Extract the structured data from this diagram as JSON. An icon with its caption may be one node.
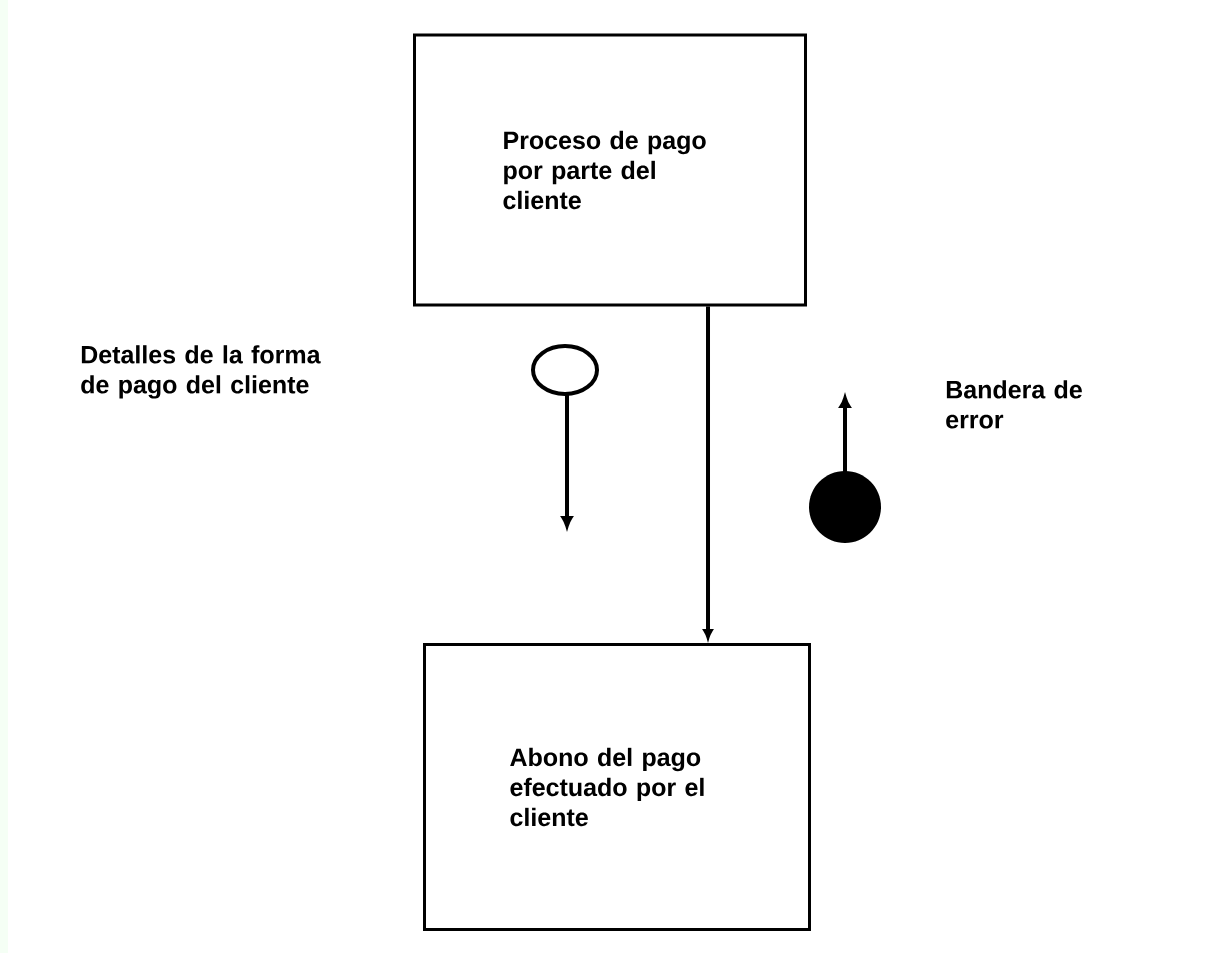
{
  "diagram": {
    "nodes": [
      {
        "text": [
          "Proceso de pago por parte del cliente"
        ]
      },
      {
        "text": [
          "Abono del pago efectuado por el cliente"
        ]
      }
    ],
    "edges": [
      {
        "from": 0,
        "to": 1,
        "arrow": "to"
      }
    ],
    "labels": [
      "Detalles de la forma de pago del cliente",
      "Bandera de error"
    ]
  }
}
